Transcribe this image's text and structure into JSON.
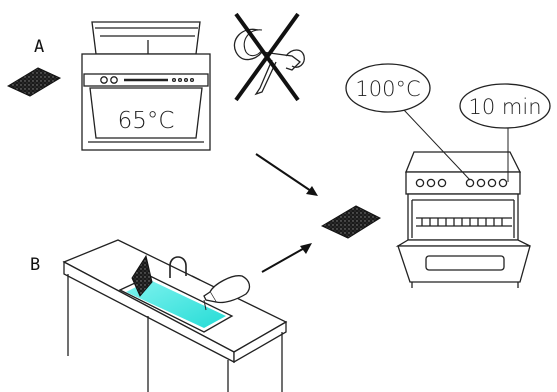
{
  "labels": {
    "step_a": "A",
    "step_b": "B"
  },
  "dishwasher": {
    "temperature": "65°C"
  },
  "oven": {
    "temperature": "100°C",
    "time": "10 min"
  },
  "colors": {
    "stroke": "#111111",
    "water": "#3fe6e0",
    "pad": "#1a1a1a"
  },
  "icons": {
    "crossed_item": "crossed-out-hair-dryer-icon"
  }
}
